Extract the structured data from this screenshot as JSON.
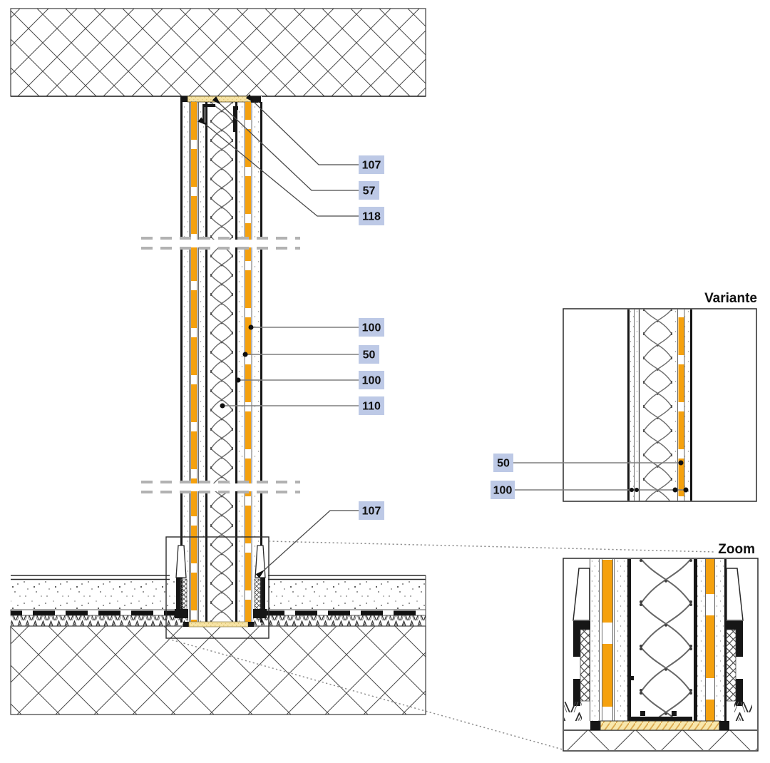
{
  "titles": {
    "variante": "Variante",
    "zoom": "Zoom"
  },
  "dim_labels": {
    "top": [
      "107",
      "57",
      "118"
    ],
    "middle": [
      "100",
      "50",
      "100",
      "110"
    ],
    "base": [
      "107"
    ],
    "variante": [
      "50",
      "100"
    ]
  },
  "colors": {
    "batten_orange": "#F5A10E",
    "plate_yellow": "#F6E3A4",
    "sill_hatch": "#DCA94E",
    "label_bg": "#BDC9E6",
    "line_dark": "#161616",
    "leader_gray": "#7E7E7E",
    "break_gray": "#B2B2B2"
  }
}
